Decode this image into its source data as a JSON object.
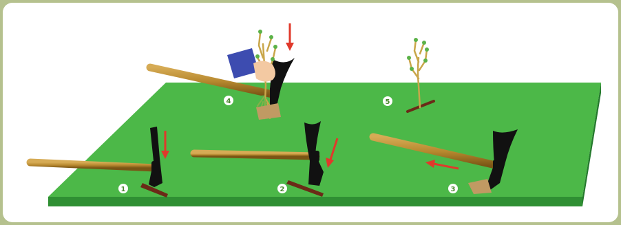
{
  "steps": [
    {
      "number": "1"
    },
    {
      "number": "2"
    },
    {
      "number": "3"
    },
    {
      "number": "4"
    },
    {
      "number": "5"
    }
  ],
  "colors": {
    "frame": "#b5c18e",
    "ground_top": "#4cb848",
    "ground_front": "#2f8f33",
    "ground_side": "#247a2c",
    "handle": "#b7892f",
    "blade": "#111111",
    "arrow": "#e0392b",
    "sleeve": "#3d4cb0",
    "skin": "#f3c9a2",
    "sapling": "#c9a64a",
    "leaf": "#5bb248",
    "soil": "#c09a63"
  }
}
